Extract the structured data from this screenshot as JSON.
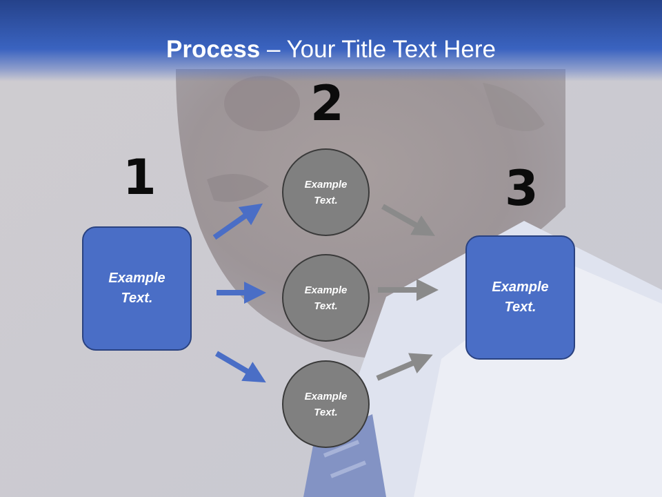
{
  "slide": {
    "title_bold": "Process",
    "title_rest": " – Your Title Text Here"
  },
  "steps": {
    "num1": "1",
    "num2": "2",
    "num3": "3"
  },
  "left_box": {
    "text_line1": "Example",
    "text_line2": "Text."
  },
  "right_box": {
    "text_line1": "Example",
    "text_line2": "Text."
  },
  "circles": [
    {
      "line1": "Example",
      "line2": "Text."
    },
    {
      "line1": "Example",
      "line2": "Text."
    },
    {
      "line1": "Example",
      "line2": "Text."
    }
  ],
  "colors": {
    "header": "#3a63c0",
    "box_fill": "#4a6ec6",
    "circle_fill": "#808080",
    "blue_arrow": "#4a6ec6",
    "gray_arrow": "#8a8a8a"
  }
}
